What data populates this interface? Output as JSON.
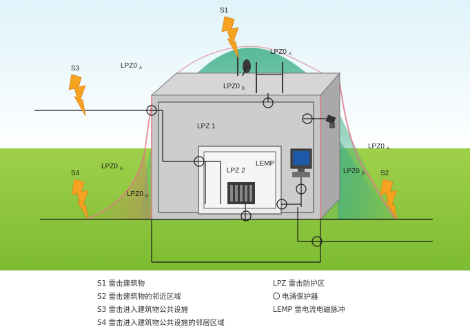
{
  "colors": {
    "sky_top": "#e3f5fb",
    "sky_bottom": "#ffffff",
    "grass": "#8cc63f",
    "grass_dark": "#79b52e",
    "zone_green": "#4bb890",
    "zone_pink": "#e86a7a",
    "building_wall": "#c9c9c9",
    "building_roof": "#d9d9d9",
    "building_side": "#b3b3b3",
    "lightning": "#f7a321",
    "line": "#1a1a1a"
  },
  "strikes": {
    "s1": "S1",
    "s2": "S2",
    "s3": "S3",
    "s4": "S4"
  },
  "zones": {
    "lpz0a_top": "LPZ0",
    "lpz0a_top_sub": "A",
    "lpz0a_left": "LPZ0",
    "lpz0a_left_sub": "A",
    "lpz0b_roof": "LPZ0",
    "lpz0b_roof_sub": "B",
    "lpz0a_right": "LPZ0",
    "lpz0a_right_sub": "A",
    "lpz0a_lowleft": "LPZ0",
    "lpz0a_lowleft_sub": "A",
    "lpz0b_lowleft": "LPZ0",
    "lpz0b_lowleft_sub": "B",
    "lpz0b_right": "LPZ0",
    "lpz0b_right_sub": "B",
    "lpz1": "LPZ 1",
    "lpz2": "LPZ 2",
    "lemp": "LEMP"
  },
  "legend": {
    "left": [
      "S1 雷击建筑物",
      "S2 雷击建筑物的邻近区域",
      "S3 雷击进入建筑物公共设施",
      "S4 雷击进入建筑物公共设施的邻居区域"
    ],
    "right_lpz": "LPZ 雷击防护区",
    "right_spd": "电涌保护器",
    "right_lemp": "LEMP 雷电流电磁脉冲"
  }
}
